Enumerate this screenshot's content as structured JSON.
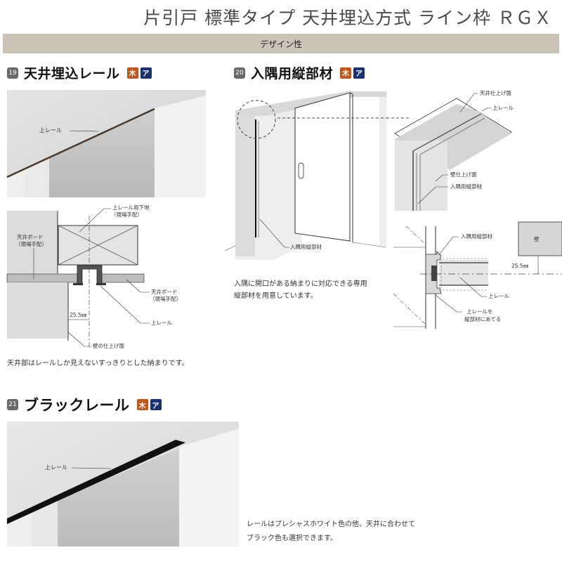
{
  "page": {
    "title": "片引戸 標準タイプ 天井埋込方式 ライン枠 ＲＧＸ",
    "band_label": "デザイン性"
  },
  "colors": {
    "band": "#ccc5b7",
    "number_badge": "#6a6a6a",
    "wood_badge": "#c4561b",
    "alu_badge": "#1b3270",
    "rail_brown": "#4a3a2a",
    "rail_black": "#111111"
  },
  "sections": [
    {
      "number": "19",
      "title": "天井埋込レール",
      "badges": [
        {
          "icon": "wood-badge-icon",
          "label": "木",
          "color": "#c4561b"
        },
        {
          "icon": "alu-badge-icon",
          "label": "ア",
          "color": "#1b3270"
        }
      ],
      "photo_label": "上レール",
      "diagram_labels": {
        "base": "上レール用下地",
        "base_note": "（現場手配）",
        "ceiling_board_left": "天井ボード",
        "ceiling_board_left_note": "（現場手配）",
        "ceiling_board_right": "天井ボード",
        "ceiling_board_right_note": "（現場手配）",
        "rail": "上レール",
        "dimension": "25.5㎜",
        "wall_finish": "壁の仕上げ面"
      },
      "caption": "天井部はレールしか見えないすっきりとした納まりです。"
    },
    {
      "number": "20",
      "title": "入隅用縦部材",
      "badges": [
        {
          "icon": "wood-badge-icon",
          "label": "木",
          "color": "#c4561b"
        },
        {
          "icon": "alu-badge-icon",
          "label": "ア",
          "color": "#1b3270"
        }
      ],
      "door_label": "入隅用縦部材",
      "detail_labels": {
        "ceiling_finish": "天井仕上げ面",
        "rail": "上レール",
        "wall_finish": "壁仕上げ面",
        "vertical_member": "入隅用縦部材"
      },
      "section_labels": {
        "vertical_member": "入隅用縦部材",
        "wall": "壁",
        "dimension": "25.5㎜",
        "rail": "上レール",
        "abut_line1": "上レールを",
        "abut_line2": "縦部材にあてる"
      },
      "caption_line1": "入隅に開口がある納まりに対応できる専用",
      "caption_line2": "縦部材を用意しています。"
    },
    {
      "number": "21",
      "title": "ブラックレール",
      "badges": [
        {
          "icon": "wood-badge-icon",
          "label": "木",
          "color": "#c4561b"
        },
        {
          "icon": "alu-badge-icon",
          "label": "ア",
          "color": "#1b3270"
        }
      ],
      "photo_label": "上レール",
      "caption_line1": "レールはプレシャスホワイト色の他、天井に合わせて",
      "caption_line2": "ブラック色も選択できます。"
    }
  ]
}
